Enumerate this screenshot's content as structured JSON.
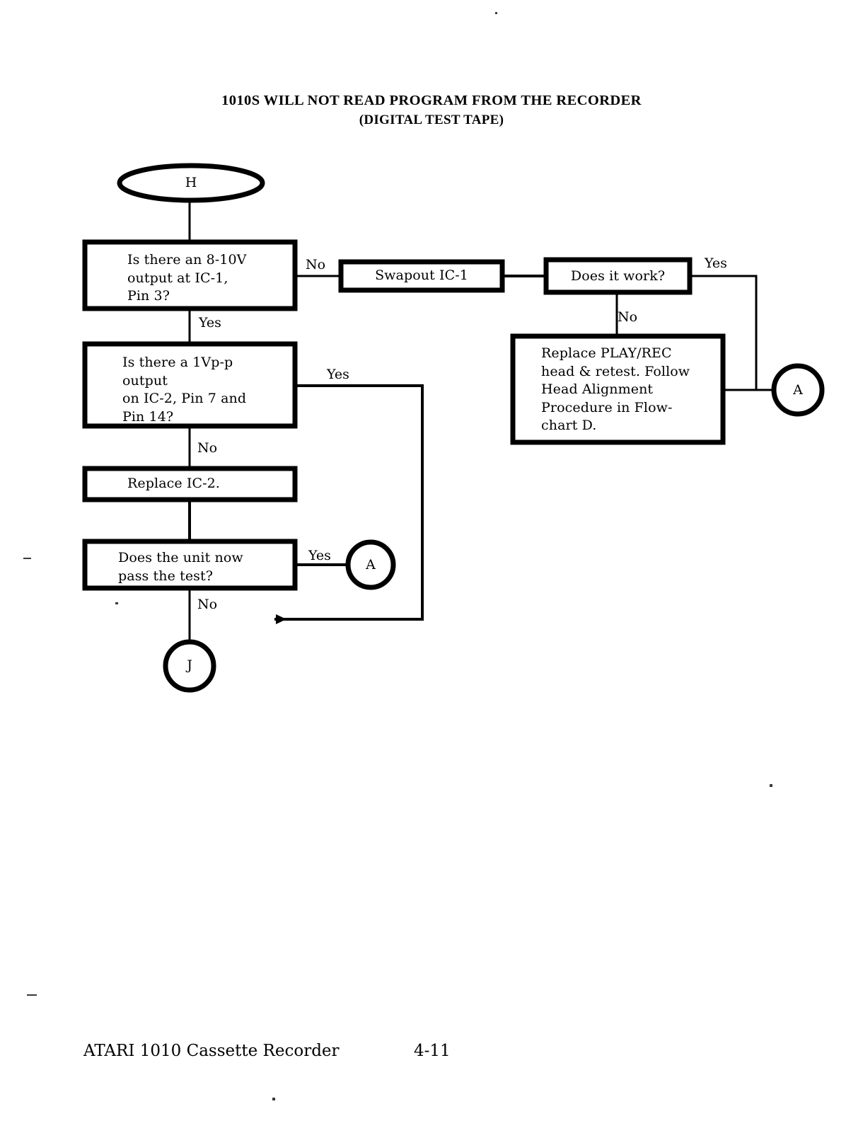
{
  "document": {
    "title_line1": "1010S WILL NOT READ PROGRAM FROM THE RECORDER",
    "title_line2": "(DIGITAL TEST TAPE)"
  },
  "footer": {
    "manual": "ATARI 1010 Cassette Recorder",
    "page_number": "4-11"
  },
  "colors": {
    "ink": "#000000",
    "paper": "#ffffff"
  },
  "chart_data": {
    "type": "diagram",
    "diagram_kind": "flowchart",
    "title": "1010S WILL NOT READ PROGRAM FROM THE RECORDER (DIGITAL TEST TAPE)",
    "nodes": [
      {
        "id": "H",
        "shape": "ellipse",
        "label": "H"
      },
      {
        "id": "D1",
        "shape": "rectangle",
        "label": "Is there an 8-10V\noutput at IC-1,\nPin 3?"
      },
      {
        "id": "P1",
        "shape": "rectangle",
        "label": "Swapout IC-1"
      },
      {
        "id": "D2",
        "shape": "rectangle",
        "label": "Does it work?"
      },
      {
        "id": "P2",
        "shape": "rectangle",
        "label": "Replace PLAY/REC\nhead & retest. Follow\nHead Alignment\nProcedure in Flow-\nchart D."
      },
      {
        "id": "A1",
        "shape": "circle",
        "label": "A"
      },
      {
        "id": "D3",
        "shape": "rectangle",
        "label": "Is there a 1Vp-p\noutput\non IC-2, Pin 7 and\nPin 14?"
      },
      {
        "id": "P3",
        "shape": "rectangle",
        "label": "Replace IC-2."
      },
      {
        "id": "D4",
        "shape": "rectangle",
        "label": "Does the unit now\npass the test?"
      },
      {
        "id": "A2",
        "shape": "circle",
        "label": "A"
      },
      {
        "id": "J",
        "shape": "circle",
        "label": "J"
      }
    ],
    "edges": [
      {
        "from": "H",
        "to": "D1",
        "label": ""
      },
      {
        "from": "D1",
        "to": "P1",
        "label": "No"
      },
      {
        "from": "D1",
        "to": "D3",
        "label": "Yes"
      },
      {
        "from": "P1",
        "to": "D2",
        "label": ""
      },
      {
        "from": "D2",
        "to": "A1",
        "label": "Yes"
      },
      {
        "from": "D2",
        "to": "P2",
        "label": "No"
      },
      {
        "from": "P2",
        "to": "A1",
        "label": ""
      },
      {
        "from": "D3",
        "to": "J",
        "label": "Yes"
      },
      {
        "from": "D3",
        "to": "P3",
        "label": "No"
      },
      {
        "from": "P3",
        "to": "D4",
        "label": ""
      },
      {
        "from": "D4",
        "to": "A2",
        "label": "Yes"
      },
      {
        "from": "D4",
        "to": "J",
        "label": "No"
      }
    ]
  },
  "nodes": {
    "start_connector": {
      "letter": "H"
    },
    "decision_voltage": {
      "lines": [
        "Is there an 8-10V",
        "output at IC-1,",
        "Pin 3?"
      ],
      "yes_label": "Yes",
      "no_label": "No"
    },
    "swapout_ic1": {
      "text": "Swapout IC-1"
    },
    "does_it_work": {
      "text": "Does it work?",
      "yes_label": "Yes",
      "no_label": "No"
    },
    "replace_head": {
      "lines": [
        "Replace PLAY/REC",
        "head & retest. Follow",
        "Head Alignment",
        "Procedure in Flow-",
        "chart D."
      ]
    },
    "connector_a_right": {
      "letter": "A"
    },
    "decision_vpp": {
      "lines": [
        "Is there a 1Vp-p",
        "output",
        "on IC-2, Pin 7 and",
        "Pin 14?"
      ],
      "yes_label": "Yes",
      "no_label": "No"
    },
    "replace_ic2": {
      "text": "Replace IC-2."
    },
    "does_unit_pass": {
      "lines": [
        "Does the unit now",
        "pass the test?"
      ],
      "yes_label": "Yes",
      "no_label": "No"
    },
    "connector_a_lower": {
      "letter": "A"
    },
    "end_connector": {
      "letter": "J"
    }
  }
}
